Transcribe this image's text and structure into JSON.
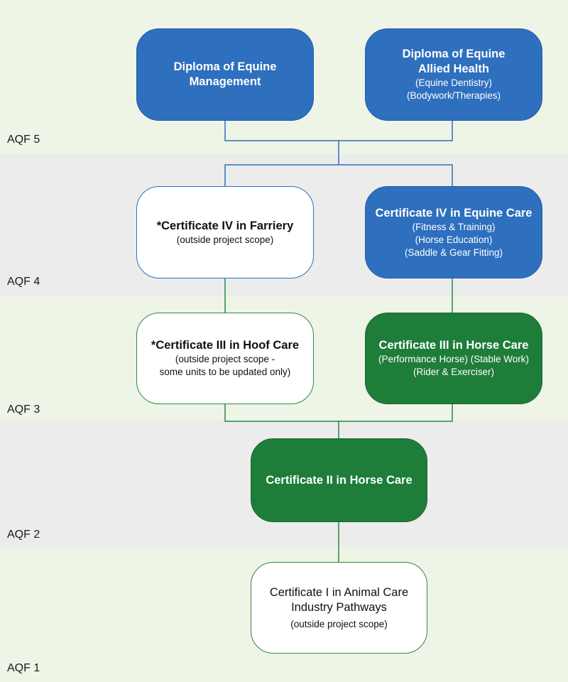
{
  "colors": {
    "band_aqf5": "#eef4e6",
    "band_aqf4": "#ececec",
    "band_aqf3": "#eef4e6",
    "band_aqf2": "#ececec",
    "band_aqf1": "#eef4e6",
    "blue": "#2e6fbe",
    "green": "#1e7d39",
    "connector_blue": "#2e6fbe",
    "connector_green": "#2a8a45"
  },
  "levels": {
    "aqf5": "AQF 5",
    "aqf4": "AQF 4",
    "aqf3": "AQF 3",
    "aqf2": "AQF 2",
    "aqf1": "AQF 1"
  },
  "nodes": {
    "diploma_management": {
      "title_lines": [
        "Diploma of Equine",
        "Management"
      ]
    },
    "diploma_allied_health": {
      "title_lines": [
        "Diploma of Equine",
        "Allied Health"
      ],
      "sub_lines": [
        "(Equine Dentistry)",
        "(Bodywork/Therapies)"
      ]
    },
    "cert4_farriery": {
      "title": "*Certificate IV in Farriery",
      "sub_lines": [
        "(outside project scope)"
      ]
    },
    "cert4_equine_care": {
      "title": "Certificate IV in Equine Care",
      "sub_lines": [
        "(Fitness & Training)",
        "(Horse Education)",
        "(Saddle & Gear Fitting)"
      ]
    },
    "cert3_hoof_care": {
      "title": "*Certificate III in Hoof Care",
      "sub_lines": [
        "(outside project scope -",
        "some units to be updated only)"
      ]
    },
    "cert3_horse_care": {
      "title": "Certificate III in Horse Care",
      "sub_lines": [
        "(Performance Horse) (Stable Work)",
        "(Rider & Exerciser)"
      ]
    },
    "cert2_horse_care": {
      "title": "Certificate II in Horse Care"
    },
    "cert1_animal_care": {
      "title_lines": [
        "Certificate I in Animal Care",
        "Industry Pathways"
      ],
      "sub_lines": [
        "(outside project scope)"
      ]
    }
  }
}
